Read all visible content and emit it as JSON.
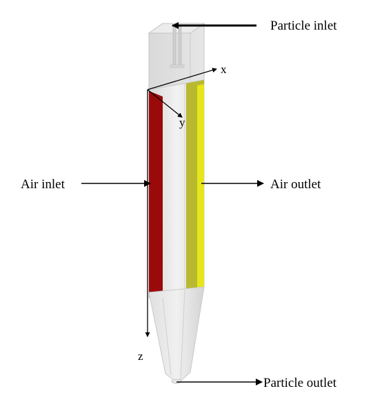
{
  "labels": {
    "particle_inlet": "Particle inlet",
    "air_inlet": "Air inlet",
    "air_outlet": "Air outlet",
    "particle_outlet": "Particle outlet"
  },
  "axes": {
    "x": "x",
    "y": "y",
    "z": "z"
  },
  "colors": {
    "air_inlet_face": "#9b0a0a",
    "air_outlet_face": "#e6e61a",
    "body": "#e9e9e9",
    "arrow": "#000000"
  }
}
